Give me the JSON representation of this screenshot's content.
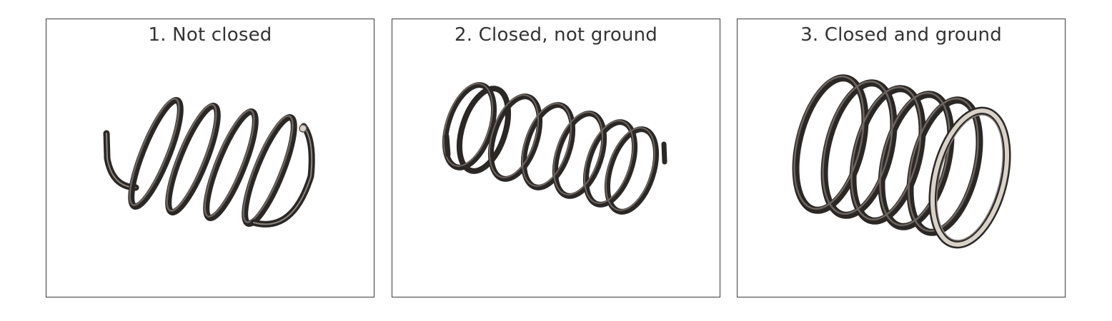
{
  "panels": [
    {
      "title": "1. Not closed",
      "illustration": "spring-not-closed"
    },
    {
      "title": "2. Closed, not ground",
      "illustration": "spring-closed-not-ground"
    },
    {
      "title": "3. Closed and ground",
      "illustration": "spring-closed-and-ground"
    }
  ],
  "colors": {
    "border": "#3a3a3a",
    "text": "#333333",
    "wire_dark": "#2b2725",
    "wire_mid": "#5a5450",
    "wire_highlight": "#8c8580",
    "ground_face": "#d8d2c8"
  }
}
